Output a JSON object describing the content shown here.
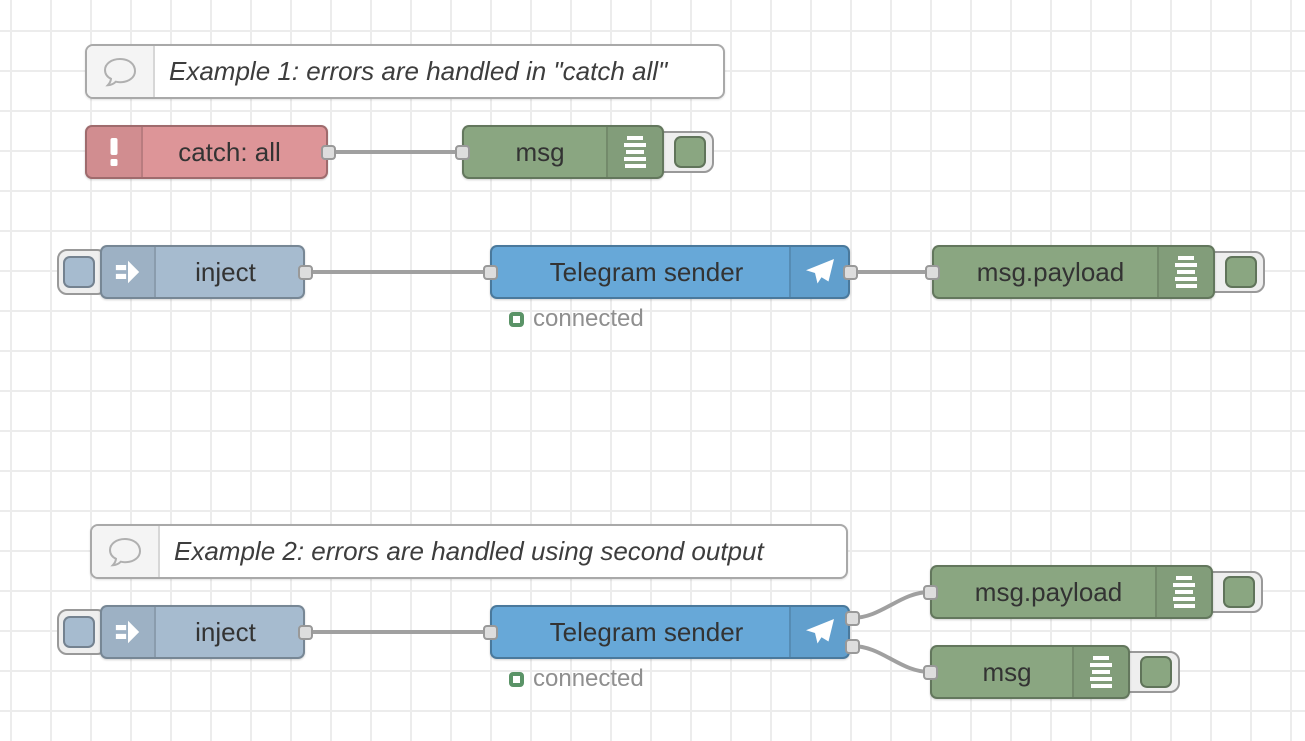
{
  "app": {
    "name": "Node-RED flow editor canvas"
  },
  "colors": {
    "catch": "#dd9598",
    "inject": "#a6bbcf",
    "debug": "#8aa681",
    "telegram": "#67a8d8",
    "status_ok": "#5a9367",
    "wire": "#a0a0a0",
    "grid": "#ececec",
    "port_fill": "#dddddd"
  },
  "comments": {
    "c1": {
      "label": "Example 1: errors are handled in \"catch all\"",
      "icon": "speech-bubble-icon"
    },
    "c2": {
      "label": "Example 2: errors are handled using second output",
      "icon": "speech-bubble-icon"
    }
  },
  "nodes": {
    "catch1": {
      "label": "catch: all",
      "type": "catch",
      "icon": "exclamation-icon"
    },
    "debug_msg1": {
      "label": "msg",
      "type": "debug",
      "icon": "debug-lines-icon"
    },
    "inject1": {
      "label": "inject",
      "type": "inject",
      "icon": "arrow-icon"
    },
    "telegram1": {
      "label": "Telegram sender",
      "type": "telegram sender",
      "icon": "paper-plane-icon",
      "status": "connected"
    },
    "debug_payload1": {
      "label": "msg.payload",
      "type": "debug",
      "icon": "debug-lines-icon"
    },
    "inject2": {
      "label": "inject",
      "type": "inject",
      "icon": "arrow-icon"
    },
    "telegram2": {
      "label": "Telegram sender",
      "type": "telegram sender",
      "icon": "paper-plane-icon",
      "status": "connected"
    },
    "debug_payload2": {
      "label": "msg.payload",
      "type": "debug",
      "icon": "debug-lines-icon"
    },
    "debug_msg2": {
      "label": "msg",
      "type": "debug",
      "icon": "debug-lines-icon"
    }
  }
}
